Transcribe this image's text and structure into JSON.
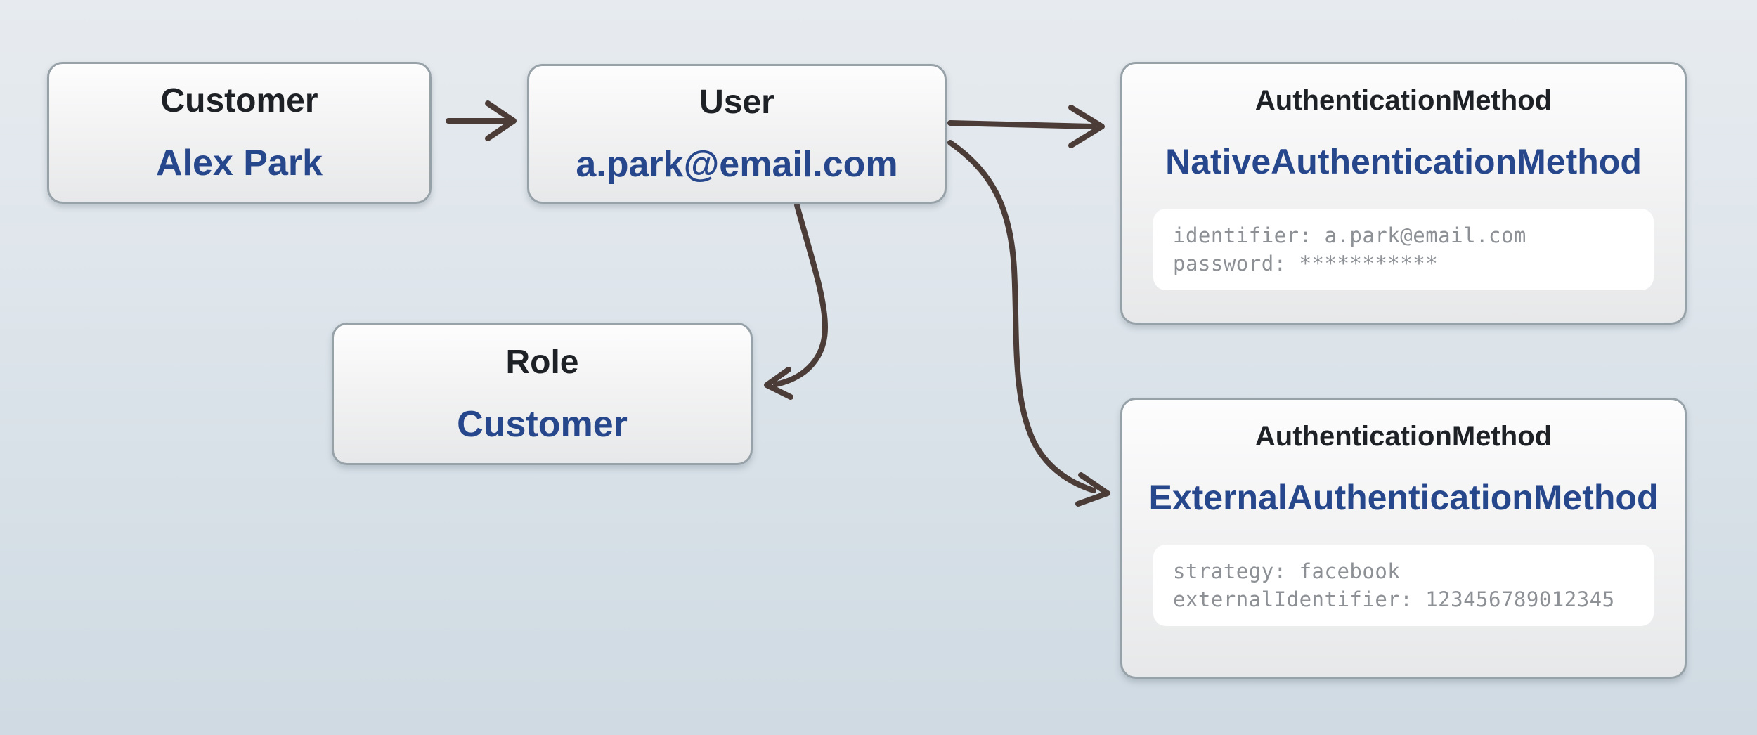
{
  "diagram": {
    "background_top_color": "#e7ebef",
    "background_bottom_color": "#cfdae2",
    "node_border_color": "#97a1a8",
    "title_color": "#1e2126",
    "accent_blue": "#27478c",
    "detail_text_color": "#8d9196",
    "arrow_color": "#4c3c38"
  },
  "nodes": [
    {
      "id": "customer",
      "title": "Customer",
      "value": "Alex Park"
    },
    {
      "id": "user",
      "title": "User",
      "value": "a.park@email.com"
    },
    {
      "id": "role",
      "title": "Role",
      "value": "Customer"
    },
    {
      "id": "native-authentication-method",
      "title": "AuthenticationMethod",
      "value": "NativeAuthenticationMethod",
      "details": [
        "identifier: a.park@email.com",
        "password: ***********"
      ]
    },
    {
      "id": "external-authentication-method",
      "title": "AuthenticationMethod",
      "value": "ExternalAuthenticationMethod",
      "details": [
        "strategy: facebook",
        "externalIdentifier: 123456789012345"
      ]
    }
  ],
  "edges": [
    {
      "from": "customer",
      "to": "user"
    },
    {
      "from": "user",
      "to": "native-authentication-method"
    },
    {
      "from": "user",
      "to": "role"
    },
    {
      "from": "user",
      "to": "external-authentication-method"
    }
  ]
}
